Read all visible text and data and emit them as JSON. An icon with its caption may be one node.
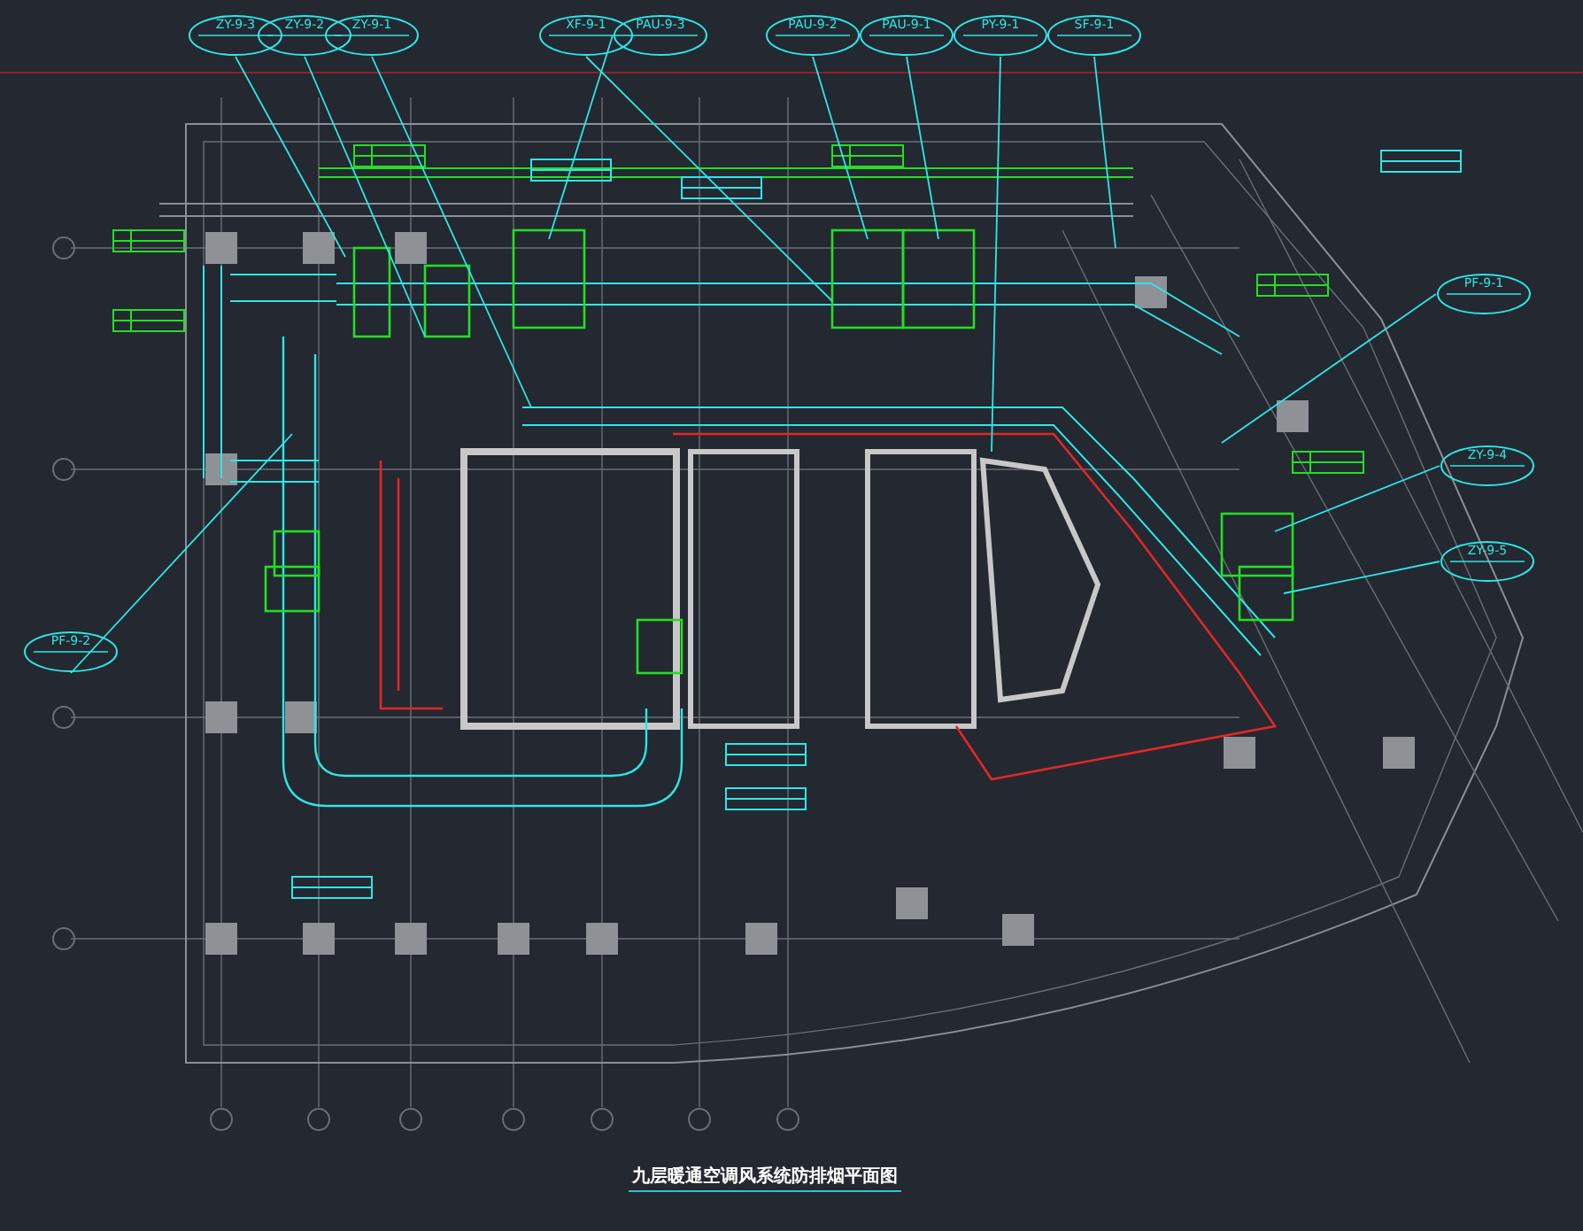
{
  "diagram": {
    "title": "九层暖通空调风系统防排烟平面图",
    "nodes": [
      {
        "text": [
          "ZY-9-3"
        ]
      },
      {
        "text": [
          "ZY-9-2"
        ]
      },
      {
        "text": [
          "ZY-9-1"
        ]
      },
      {
        "text": [
          "XF-9-1"
        ]
      },
      {
        "text": [
          "PAU-9-3"
        ]
      },
      {
        "text": [
          "PAU-9-2"
        ]
      },
      {
        "text": [
          "PAU-9-1"
        ]
      },
      {
        "text": [
          "PY-9-1"
        ]
      },
      {
        "text": [
          "SF-9-1"
        ]
      },
      {
        "text": [
          "PF-9-1"
        ]
      },
      {
        "text": [
          "ZY-9-4"
        ]
      },
      {
        "text": [
          "ZY-9-5"
        ]
      },
      {
        "text": [
          "PF-9-2"
        ]
      }
    ],
    "edges": [
      {
        "from": 0,
        "to": null,
        "arrow": "none"
      },
      {
        "from": 1,
        "to": null,
        "arrow": "none"
      },
      {
        "from": 2,
        "to": null,
        "arrow": "none"
      },
      {
        "from": 3,
        "to": null,
        "arrow": "none"
      },
      {
        "from": 4,
        "to": null,
        "arrow": "none"
      },
      {
        "from": 5,
        "to": null,
        "arrow": "none"
      },
      {
        "from": 6,
        "to": null,
        "arrow": "none"
      },
      {
        "from": 7,
        "to": null,
        "arrow": "none"
      },
      {
        "from": 8,
        "to": null,
        "arrow": "none"
      },
      {
        "from": 9,
        "to": null,
        "arrow": "none"
      },
      {
        "from": 10,
        "to": null,
        "arrow": "none"
      },
      {
        "from": 11,
        "to": null,
        "arrow": "none"
      },
      {
        "from": 12,
        "to": null,
        "arrow": "none"
      }
    ]
  }
}
